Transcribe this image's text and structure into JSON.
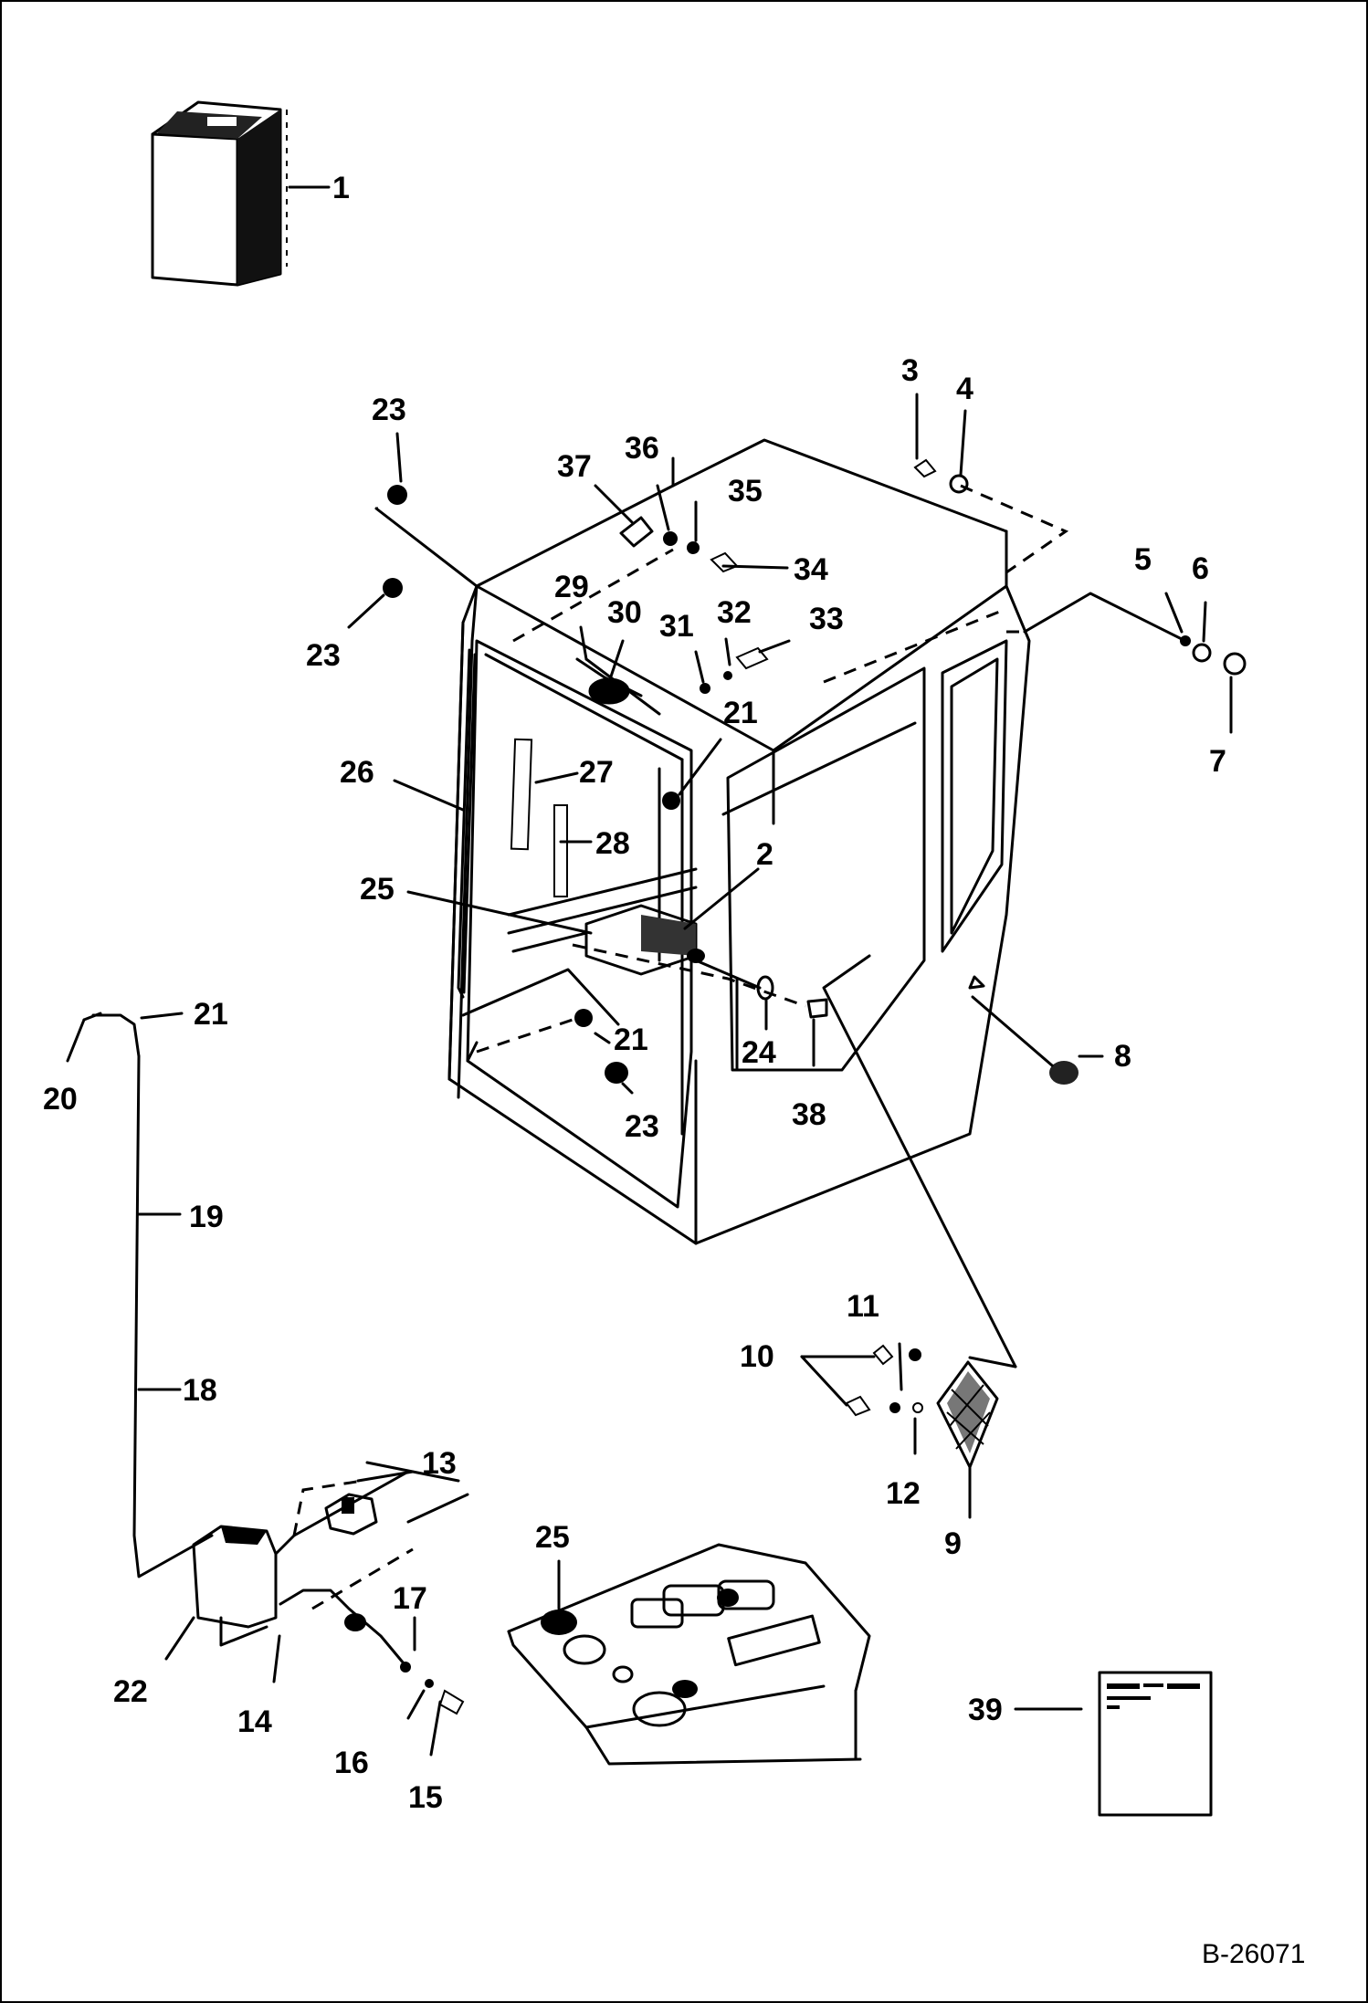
{
  "drawing_number": "B-26071",
  "callouts": {
    "c1": "1",
    "c2": "2",
    "c3": "3",
    "c4": "4",
    "c5": "5",
    "c6": "6",
    "c7": "7",
    "c8": "8",
    "c9": "9",
    "c10": "10",
    "c11": "11",
    "c12": "12",
    "c13": "13",
    "c14": "14",
    "c15": "15",
    "c16": "16",
    "c17": "17",
    "c18": "18",
    "c19": "19",
    "c20": "20",
    "c21": "21",
    "c22": "22",
    "c23": "23",
    "c24": "24",
    "c25": "25",
    "c26": "26",
    "c27": "27",
    "c28": "28",
    "c29": "29",
    "c30": "30",
    "c31": "31",
    "c32": "32",
    "c33": "33",
    "c34": "34",
    "c35": "35",
    "c36": "36",
    "c37": "37",
    "c38": "38",
    "c39": "39"
  }
}
